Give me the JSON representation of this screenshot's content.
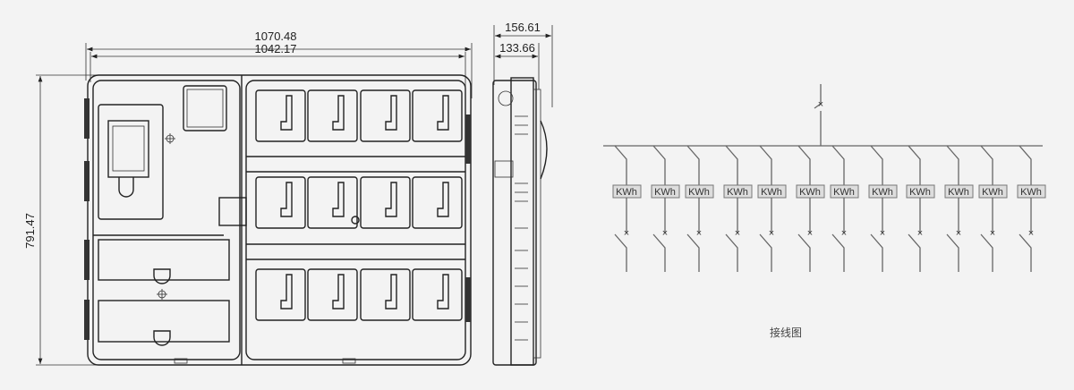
{
  "dimensions": {
    "overall_width": "1070.48",
    "inner_width": "1042.17",
    "height": "791.47",
    "side_depth": "156.61",
    "side_inner_depth": "133.66"
  },
  "wiring": {
    "caption": "接线图",
    "meter_labels": [
      "KWh",
      "KWh",
      "KWh",
      "KWh",
      "KWh",
      "KWh",
      "KWh",
      "KWh",
      "KWh",
      "KWh",
      "KWh",
      "KWh"
    ]
  },
  "colors": {
    "background": "#f3f3f3",
    "line": "#222222",
    "wire": "#666666"
  }
}
